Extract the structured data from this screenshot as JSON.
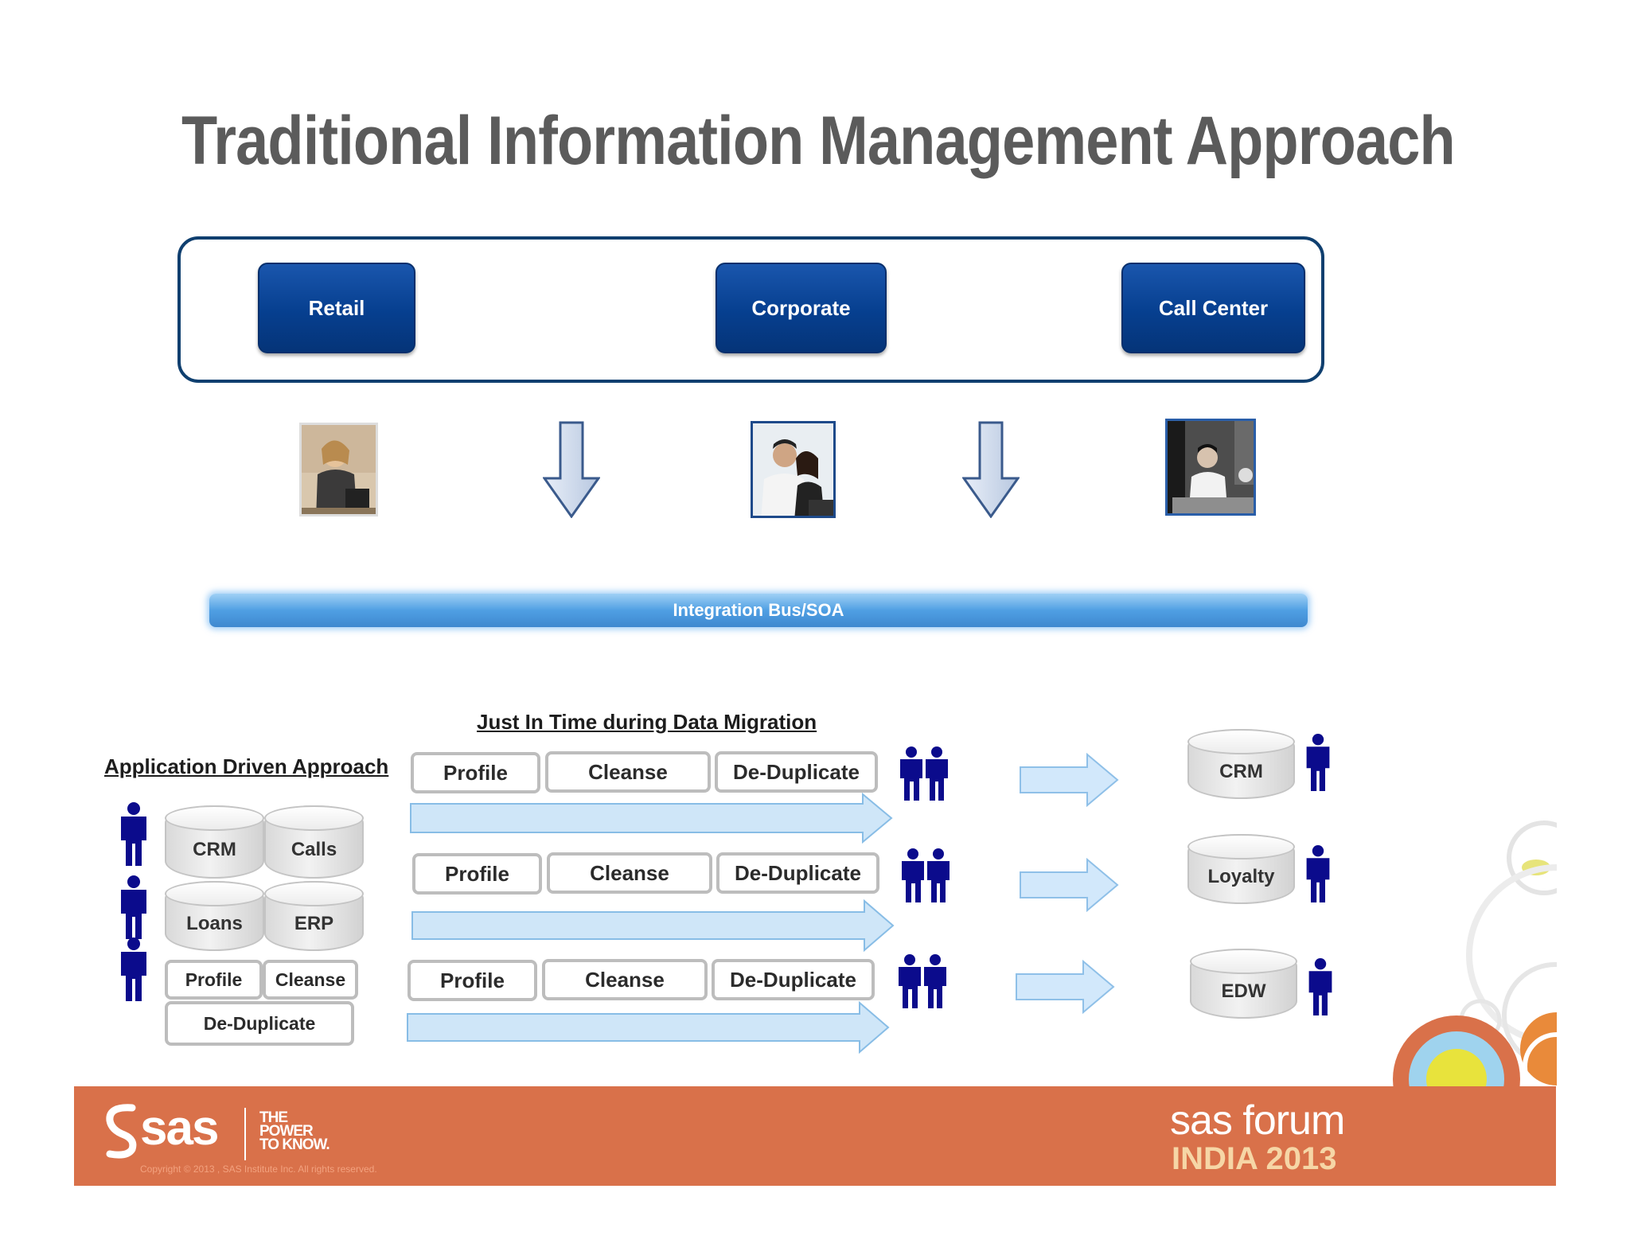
{
  "title": "Traditional Information Management Approach",
  "channels": [
    "Retail",
    "Corporate",
    "Call Center"
  ],
  "integration_bus": "Integration Bus/SOA",
  "headings": {
    "just_in_time": "Just In Time during Data Migration",
    "application_driven": "Application Driven Approach"
  },
  "left_sources": [
    "CRM",
    "Calls",
    "Loans",
    "ERP"
  ],
  "left_steps": [
    "Profile",
    "Cleanse",
    "De-Duplicate"
  ],
  "pipeline_steps": [
    "Profile",
    "Cleanse",
    "De-Duplicate"
  ],
  "targets": [
    "CRM",
    "Loyalty",
    "EDW"
  ],
  "footer": {
    "logo": "sas",
    "tagline": [
      "THE",
      "POWER",
      "TO KNOW."
    ],
    "copyright": "Copyright © 2013 , SAS Institute Inc. All rights reserved.",
    "event_line1": "sas forum",
    "event_line2": "INDIA 2013"
  },
  "colors": {
    "title": "#5b5b5b",
    "channel_button": "#063f8f",
    "bus": "#4f9fe3",
    "footer": "#d9714a",
    "person_icon": "#0b0b8c"
  }
}
